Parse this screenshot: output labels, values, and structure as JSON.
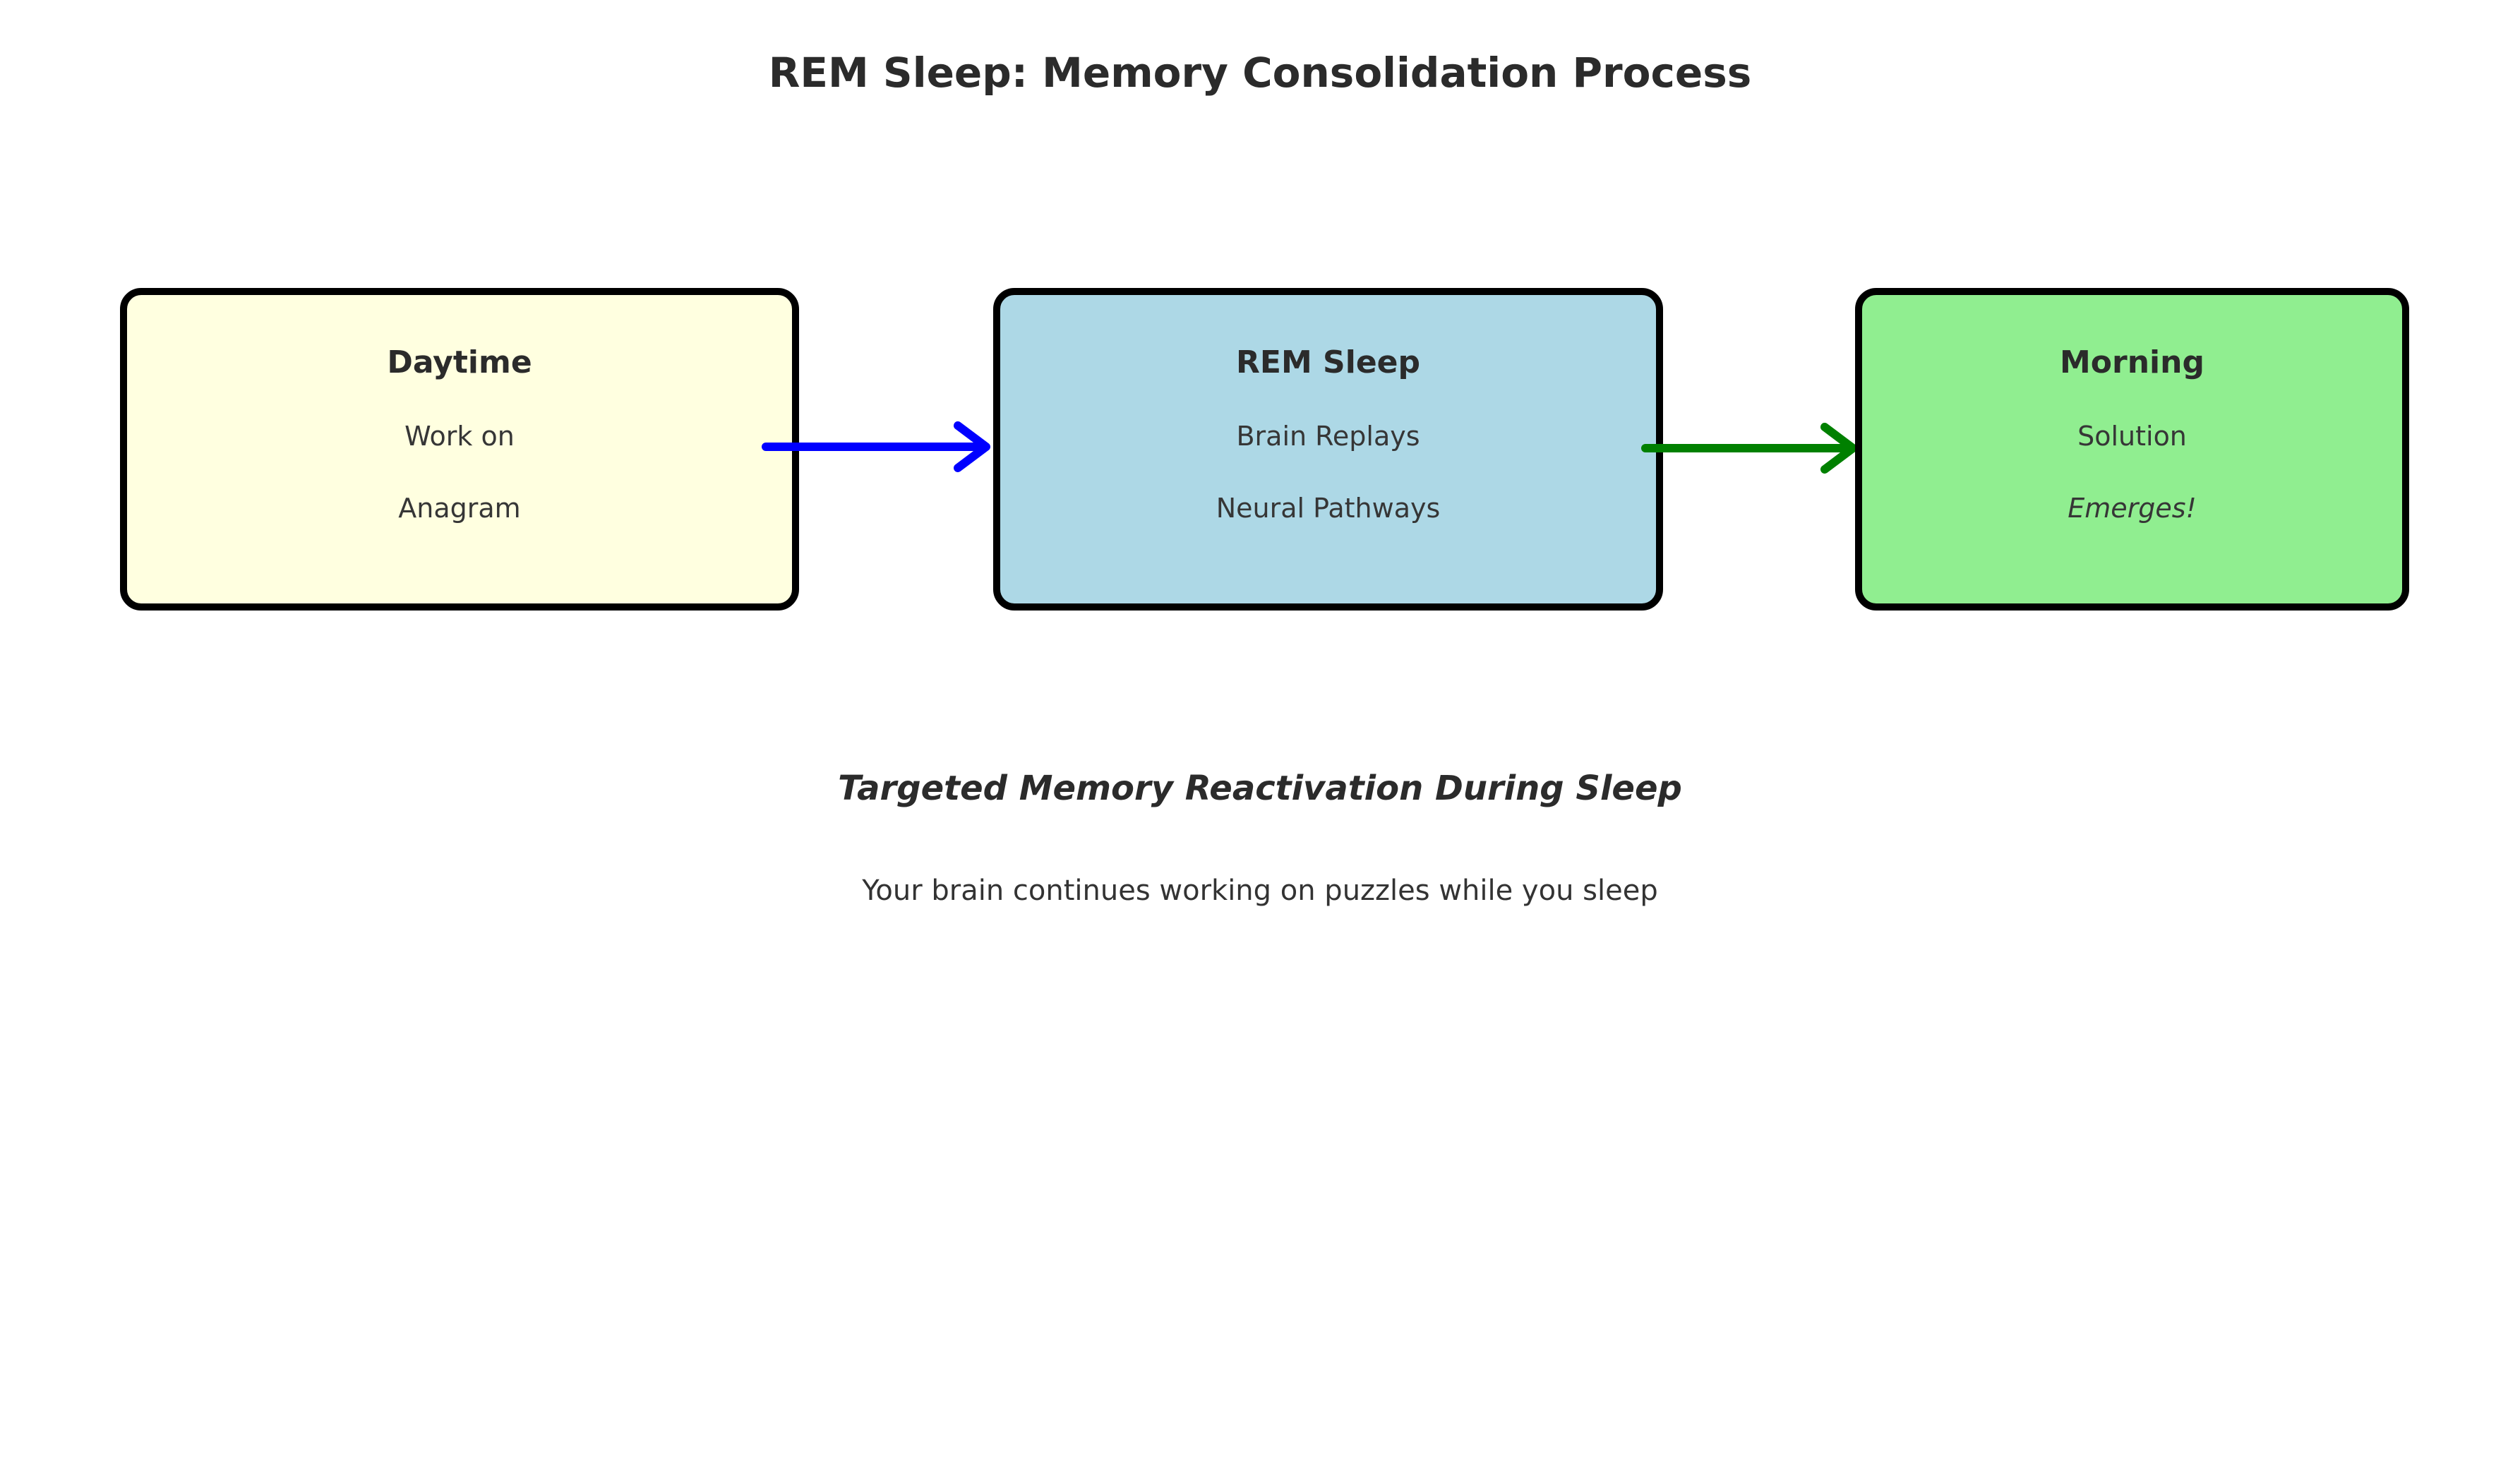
{
  "title": "REM Sleep: Memory Consolidation Process",
  "stages": [
    {
      "heading": "Daytime",
      "line1": "Work on",
      "line2": "Anagram",
      "fill": "#FFFFE0"
    },
    {
      "heading": "REM Sleep",
      "line1": "Brain Replays",
      "line2": "Neural Pathways",
      "fill": "#ADD8E6"
    },
    {
      "heading": "Morning",
      "line1": "Solution",
      "line2": "Emerges!",
      "fill": "#90EE90"
    }
  ],
  "arrows": [
    {
      "from": "Daytime",
      "to": "REM Sleep",
      "color": "#0000FF"
    },
    {
      "from": "REM Sleep",
      "to": "Morning",
      "color": "#008000"
    }
  ],
  "subtitle": "Targeted Memory Reactivation During Sleep",
  "caption": "Your brain continues working on puzzles while you sleep",
  "colors": {
    "background": "#FFFFFF",
    "box_border": "#000000",
    "title_text": "#2B2B2B",
    "body_text": "#363636"
  }
}
